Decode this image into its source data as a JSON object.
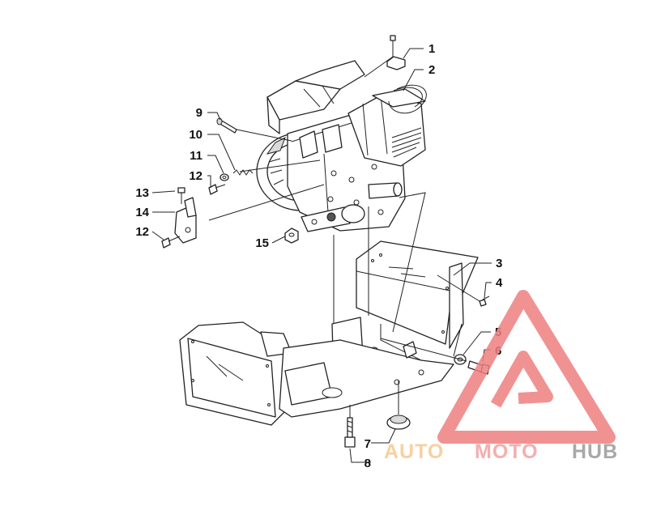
{
  "callouts": [
    {
      "id": "1",
      "label": "1"
    },
    {
      "id": "2",
      "label": "2"
    },
    {
      "id": "3",
      "label": "3"
    },
    {
      "id": "4",
      "label": "4"
    },
    {
      "id": "5",
      "label": "5"
    },
    {
      "id": "6",
      "label": "6"
    },
    {
      "id": "7",
      "label": "7"
    },
    {
      "id": "8",
      "label": "8"
    },
    {
      "id": "9",
      "label": "9"
    },
    {
      "id": "10",
      "label": "10"
    },
    {
      "id": "11",
      "label": "11"
    },
    {
      "id": "12a",
      "label": "12"
    },
    {
      "id": "12b",
      "label": "12"
    },
    {
      "id": "13",
      "label": "13"
    },
    {
      "id": "14",
      "label": "14"
    },
    {
      "id": "15",
      "label": "15"
    }
  ],
  "watermark": {
    "part1": "AUTO",
    "part2": "MOTO",
    "part3": "HUB",
    "color_part1": "#f6c98f",
    "color_part2": "#f3a0a0",
    "color_part3": "#9a9a9a",
    "logo_color": "#ef7f7f"
  }
}
